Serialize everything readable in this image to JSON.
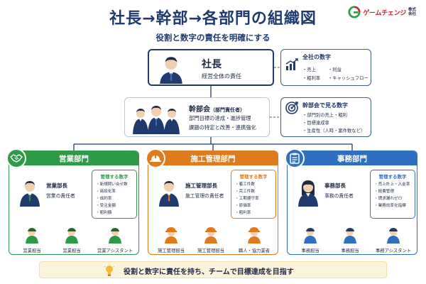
{
  "header": {
    "title": "社長→幹部→各部門の組織図",
    "subtitle": "役割と数字の責任を明確にする"
  },
  "brand": {
    "name": "ゲームチェンジ",
    "suffix": "株式会社"
  },
  "president": {
    "title": "社長",
    "desc": "経営全体の責任"
  },
  "president_kpi": {
    "title": "全社の数字",
    "items": [
      "・売上",
      "・利益",
      "・粗利率",
      "・キャッシュフロー"
    ]
  },
  "executive": {
    "title": "幹部会",
    "title_note": "（部門責任者）",
    "lines": [
      "部門目標の達成・進捗管理",
      "課題の特定と改善・連携強化"
    ]
  },
  "executive_kpi": {
    "title": "幹部会で見る数字",
    "items": [
      "・部門別の売上・粗利",
      "・目標達成率",
      "・生産性（人時・案件数など）"
    ]
  },
  "departments": [
    {
      "name": "営業部門",
      "manager_title": "営業部長",
      "manager_sub": "営業の責任者",
      "numbers_title": "管理する数字",
      "numbers": [
        "・新規問い合せ数",
        "・商談化率",
        "・成約率",
        "・受注金額",
        "・粗利額"
      ],
      "staff": [
        "営業担当",
        "営業担当",
        "営業アシスタント"
      ]
    },
    {
      "name": "施工管理部門",
      "manager_title": "施工管理部長",
      "manager_sub": "施工管理の責任者",
      "numbers_title": "管理する数字",
      "numbers": [
        "・着工件数",
        "・完工件数",
        "・工期遵守率",
        "・原価率",
        "・粗利率"
      ],
      "staff": [
        "施工管理担当",
        "施工管理担当",
        "職人・協力業者"
      ]
    },
    {
      "name": "事務部門",
      "manager_title": "事務部長",
      "manager_sub": "事務の責任者",
      "numbers_title": "管理する数字",
      "numbers": [
        "・売上計上・入金率",
        "・経費管理",
        "・請求漏れゼロ",
        "・業務効率化指標"
      ],
      "staff": [
        "事務担当",
        "事務担当",
        "事務アシスタント"
      ]
    }
  ],
  "footer": {
    "text": "役割と数字に責任を持ち、チームで目標達成を目指す"
  },
  "colors": {
    "navy": "#1f3b6e",
    "sales": "#2e9a46",
    "construction": "#e07b1d",
    "office": "#2f6fbf",
    "brand_red": "#c0262d"
  }
}
